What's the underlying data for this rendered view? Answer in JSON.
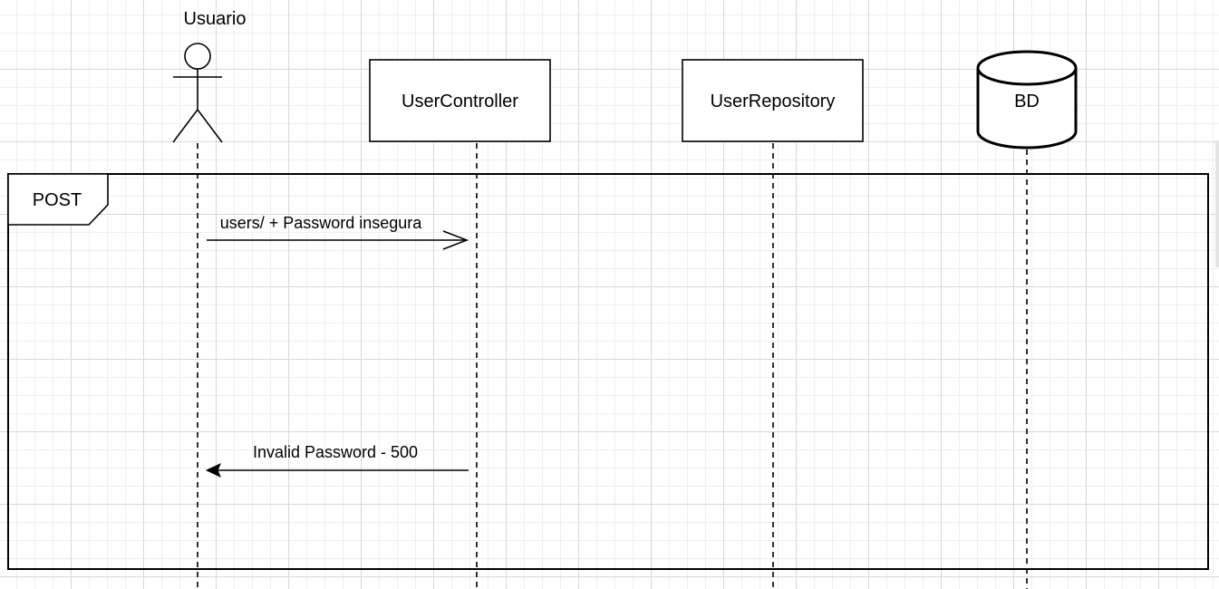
{
  "frame": {
    "label": "POST"
  },
  "actor": {
    "name": "Usuario"
  },
  "participants": [
    {
      "name": "UserController"
    },
    {
      "name": "UserRepository"
    },
    {
      "name": "BD"
    }
  ],
  "messages": [
    {
      "text": "users/ + Password insegura",
      "direction": "right",
      "arrow": "open"
    },
    {
      "text": "Invalid Password - 500",
      "direction": "left",
      "arrow": "filled"
    }
  ]
}
